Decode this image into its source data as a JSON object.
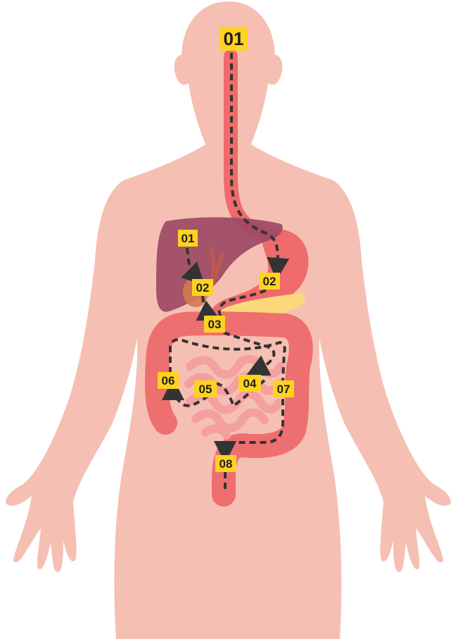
{
  "colors": {
    "background": "#ffffff",
    "body": "#f6bfb3",
    "liver": "#9c4a64",
    "stomach": "#ee6a6b",
    "esophagus": "#ee6a6b",
    "pancreas": "#fbd87c",
    "gallbladder": "#d27a4f",
    "colon": "#ee6f6f",
    "small_intestine": "#f4a0a0",
    "label_bg": "#ffd21f",
    "label_text": "#1f1f1f",
    "path_dash": "#333333"
  },
  "labels": {
    "top": "01",
    "liver": "01",
    "gallbladder": "02",
    "stomach": "02",
    "duodenum": "03",
    "small_intestine_right": "04",
    "small_intestine_left": "05",
    "ascending_colon": "06",
    "descending_colon": "07",
    "rectum": "08"
  }
}
